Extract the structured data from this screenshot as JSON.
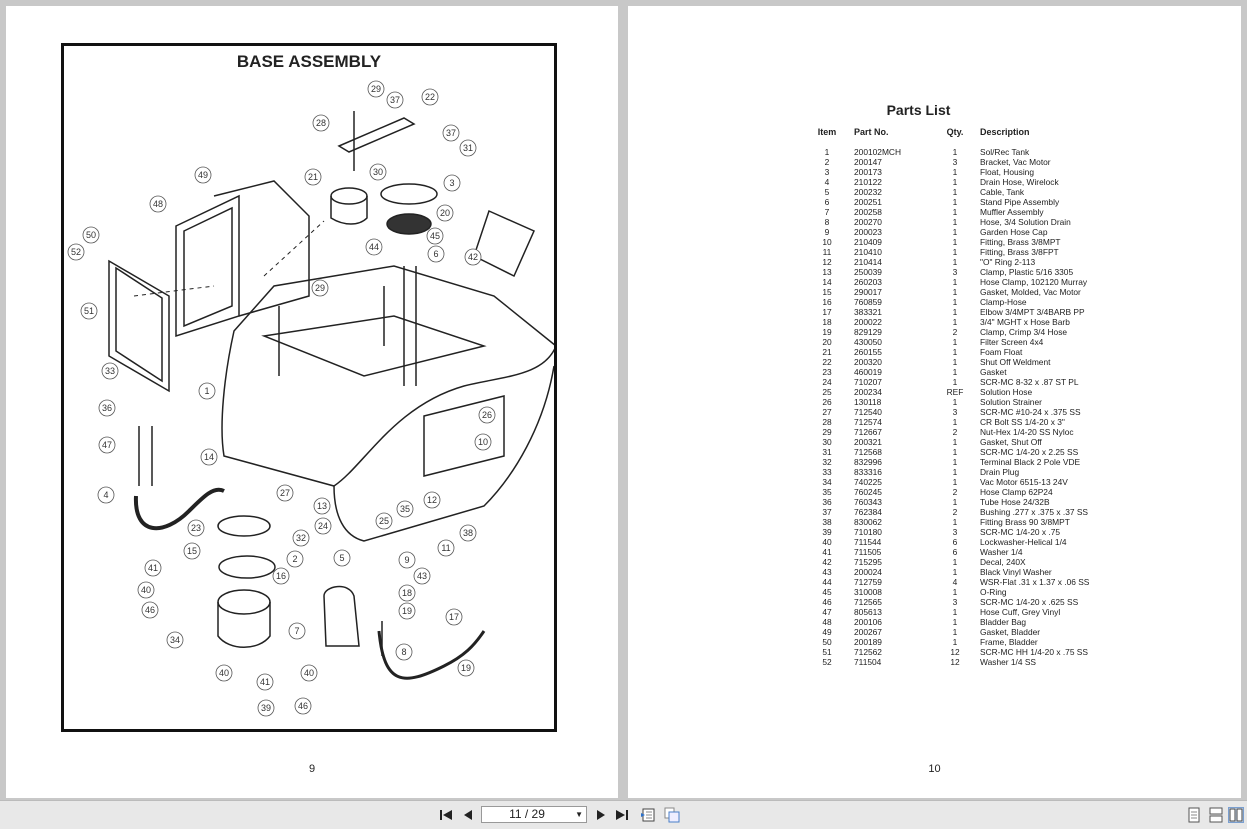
{
  "left_page": {
    "title": "BASE ASSEMBLY",
    "page_number": "9",
    "callouts": [
      "29",
      "37",
      "22",
      "28",
      "37",
      "31",
      "30",
      "21",
      "3",
      "49",
      "48",
      "20",
      "50",
      "45",
      "44",
      "6",
      "52",
      "42",
      "51",
      "29",
      "1",
      "33",
      "36",
      "47",
      "14",
      "26",
      "10",
      "4",
      "27",
      "13",
      "24",
      "12",
      "35",
      "38",
      "23",
      "25",
      "32",
      "11",
      "15",
      "2",
      "5",
      "9",
      "41",
      "43",
      "16",
      "40",
      "18",
      "46",
      "19",
      "17",
      "7",
      "34",
      "8",
      "19",
      "40",
      "40",
      "41",
      "46",
      "39"
    ]
  },
  "right_page": {
    "title": "Parts  List",
    "page_number": "10",
    "headers": {
      "item": "Item",
      "part_no": "Part No.",
      "qty": "Qty.",
      "description": "Description"
    },
    "rows": [
      [
        "1",
        "200102MCH",
        "1",
        "Sol/Rec Tank"
      ],
      [
        "2",
        "200147",
        "3",
        "Bracket, Vac Motor"
      ],
      [
        "3",
        "200173",
        "1",
        "Float, Housing"
      ],
      [
        "4",
        "210122",
        "1",
        "Drain Hose, Wirelock"
      ],
      [
        "5",
        "200232",
        "1",
        "Cable, Tank"
      ],
      [
        "6",
        "200251",
        "1",
        "Stand Pipe Assembly"
      ],
      [
        "7",
        "200258",
        "1",
        "Muffler Assembly"
      ],
      [
        "8",
        "200270",
        "1",
        "Hose, 3/4 Solution Drain"
      ],
      [
        "9",
        "200023",
        "1",
        "Garden Hose Cap"
      ],
      [
        "10",
        "210409",
        "1",
        "Fitting, Brass 3/8MPT"
      ],
      [
        "11",
        "210410",
        "1",
        "Fitting, Brass 3/8FPT"
      ],
      [
        "12",
        "210414",
        "1",
        "\"O\" Ring 2-113"
      ],
      [
        "13",
        "250039",
        "3",
        "Clamp, Plastic 5/16 3305"
      ],
      [
        "14",
        "260203",
        "1",
        "Hose Clamp, 102120 Murray"
      ],
      [
        "15",
        "290017",
        "1",
        "Gasket, Molded, Vac Motor"
      ],
      [
        "16",
        "760859",
        "1",
        "Clamp-Hose"
      ],
      [
        "17",
        "383321",
        "1",
        "Elbow 3/4MPT 3/4BARB PP"
      ],
      [
        "18",
        "200022",
        "1",
        "3/4\" MGHT x Hose Barb"
      ],
      [
        "19",
        "829129",
        "2",
        "Clamp, Crimp 3/4 Hose"
      ],
      [
        "20",
        "430050",
        "1",
        "Filter Screen 4x4"
      ],
      [
        "21",
        "260155",
        "1",
        "Foam Float"
      ],
      [
        "22",
        "200320",
        "1",
        "Shut Off Weldment"
      ],
      [
        "23",
        "460019",
        "1",
        "Gasket"
      ],
      [
        "24",
        "710207",
        "1",
        "SCR-MC 8-32 x .87 ST PL"
      ],
      [
        "25",
        "200234",
        "REF",
        "Solution Hose"
      ],
      [
        "26",
        "130118",
        "1",
        "Solution Strainer"
      ],
      [
        "27",
        "712540",
        "3",
        "SCR-MC #10-24 x .375 SS"
      ],
      [
        "28",
        "712574",
        "1",
        "CR Bolt SS 1/4-20 x 3\""
      ],
      [
        "29",
        "712667",
        "2",
        "Nut-Hex 1/4-20 SS Nyloc"
      ],
      [
        "30",
        "200321",
        "1",
        "Gasket, Shut Off"
      ],
      [
        "31",
        "712568",
        "1",
        "SCR-MC 1/4-20 x 2.25 SS"
      ],
      [
        "32",
        "832996",
        "1",
        "Terminal Black 2 Pole VDE"
      ],
      [
        "33",
        "833316",
        "1",
        "Drain Plug"
      ],
      [
        "34",
        "740225",
        "1",
        "Vac Motor 6515-13 24V"
      ],
      [
        "35",
        "760245",
        "2",
        "Hose Clamp 62P24"
      ],
      [
        "36",
        "760343",
        "1",
        "Tube Hose 24/32B"
      ],
      [
        "37",
        "762384",
        "2",
        "Bushing .277 x .375 x .37 SS"
      ],
      [
        "38",
        "830062",
        "1",
        "Fitting Brass 90 3/8MPT"
      ],
      [
        "39",
        "710180",
        "3",
        "SCR-MC 1/4-20 x .75"
      ],
      [
        "40",
        "711544",
        "6",
        "Lockwasher-Helical  1/4"
      ],
      [
        "41",
        "711505",
        "6",
        "Washer 1/4"
      ],
      [
        "42",
        "715295",
        "1",
        "Decal, 240X"
      ],
      [
        "43",
        "200024",
        "1",
        "Black Vinyl Washer"
      ],
      [
        "44",
        "712759",
        "4",
        "WSR-Flat .31 x 1.37 x .06 SS"
      ],
      [
        "45",
        "310008",
        "1",
        "O-Ring"
      ],
      [
        "46",
        "712565",
        "3",
        "SCR-MC 1/4-20 x .625 SS"
      ],
      [
        "47",
        "805613",
        "1",
        "Hose Cuff, Grey Vinyl"
      ],
      [
        "48",
        "200106",
        "1",
        "Bladder Bag"
      ],
      [
        "49",
        "200267",
        "1",
        "Gasket, Bladder"
      ],
      [
        "50",
        "200189",
        "1",
        "Frame, Bladder"
      ],
      [
        "51",
        "712562",
        "12",
        "SCR-MC HH 1/4-20 x .75 SS"
      ],
      [
        "52",
        "711504",
        "12",
        "Washer 1/4 SS"
      ]
    ]
  },
  "toolbar": {
    "page_indicator": "11 / 29",
    "icons": [
      "first-page-icon",
      "prev-page-icon",
      "next-page-icon",
      "last-page-icon",
      "fit-page-icon",
      "copy-icon",
      "single-page-icon",
      "continuous-icon",
      "two-page-icon"
    ]
  }
}
